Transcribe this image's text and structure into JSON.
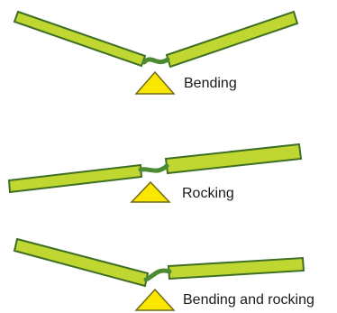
{
  "panels": [
    {
      "id": "bending",
      "label": "Bending"
    },
    {
      "id": "rocking",
      "label": "Rocking"
    },
    {
      "id": "bending-rocking",
      "label": "Bending and rocking"
    }
  ],
  "colors": {
    "bar_fill": "#bfd730",
    "bar_outline": "#3f6f24",
    "hinge": "#4c8a33",
    "pivot_fill": "#fbe600",
    "pivot_outline": "#6f6a18",
    "text": "#1a1a1a"
  }
}
